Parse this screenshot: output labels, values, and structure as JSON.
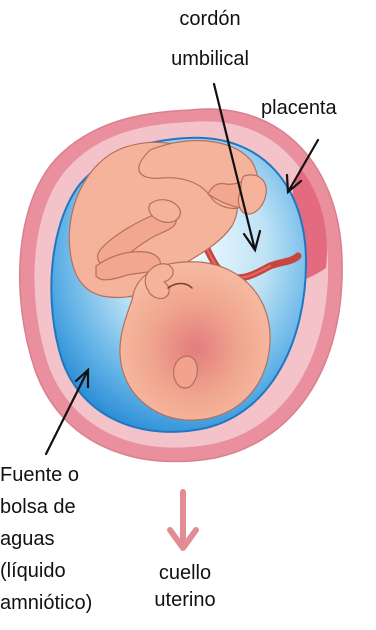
{
  "labels": {
    "cord": {
      "lines": [
        "cordón",
        "umbilical"
      ]
    },
    "placenta": {
      "lines": [
        "placenta"
      ]
    },
    "amniotic": {
      "lines": [
        "Fuente o",
        "bolsa de",
        "aguas",
        "(líquido",
        "amniótico)"
      ]
    },
    "cervix": {
      "lines": [
        "cuello",
        "uterino"
      ]
    }
  },
  "colors": {
    "uterus_wall": "#e98f9d",
    "uterus_inner": "#f4c3c9",
    "amniotic_fluid": "#2e8fd6",
    "fluid_highlight": "#cdeaf6",
    "fetus_skin": "#f4b39a",
    "fetus_shade": "#e07f7c",
    "umbilical_cord": "#c8443f",
    "placenta": "#e46a7f",
    "cervix_arrow": "#e28d93",
    "pointer_line": "#111111"
  }
}
